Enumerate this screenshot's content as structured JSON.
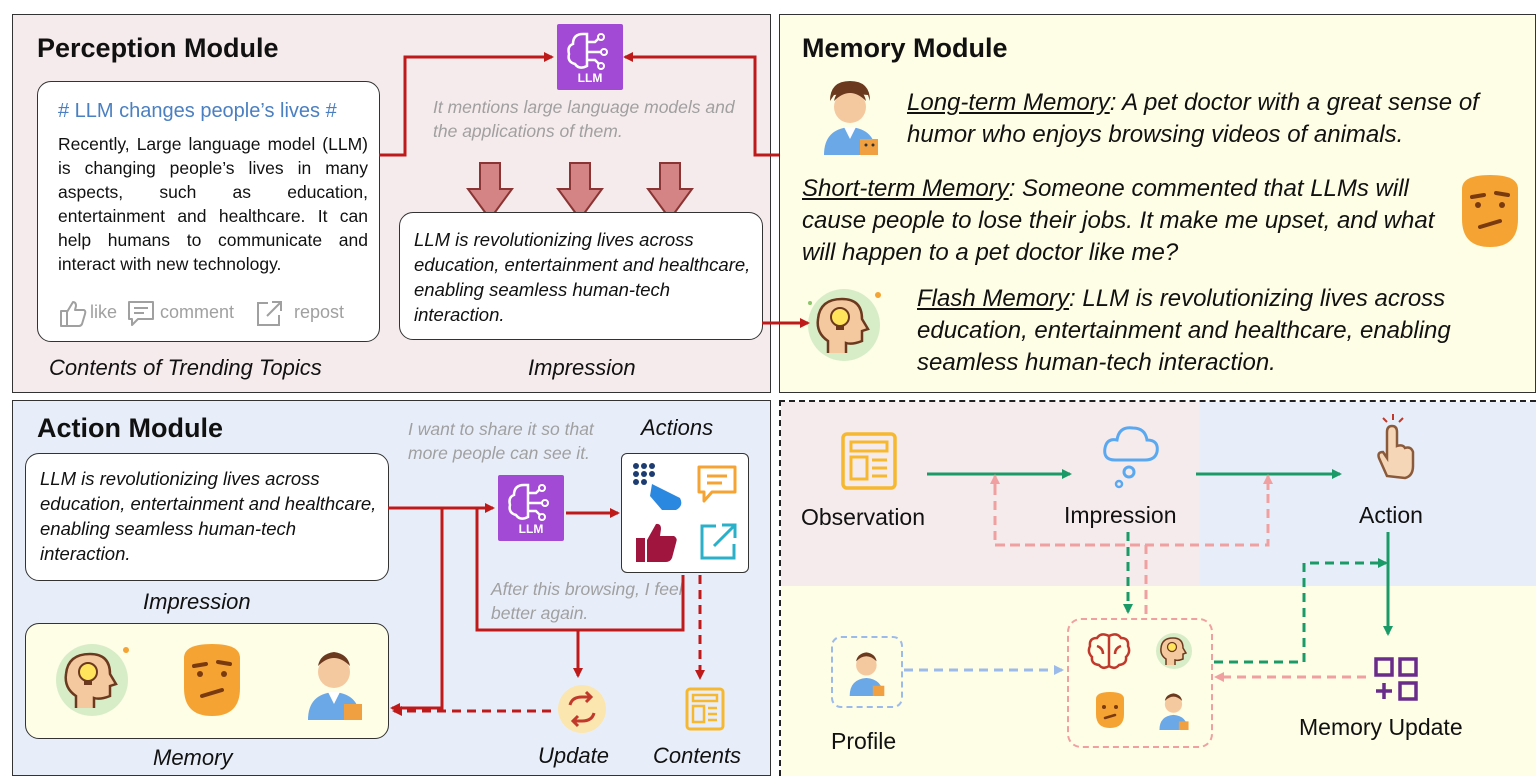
{
  "perception": {
    "title": "Perception Module",
    "post_hashtag": "# LLM changes people’s lives #",
    "post_body": "Recently, Large language model (LLM) is changing people’s lives in many aspects, such as education, entertainment and healthcare. It can help humans to communicate and interact with new technology.",
    "like": "like",
    "comment": "comment",
    "repost": "repost",
    "caption_left": "Contents of Trending Topics",
    "llm_thought": "It mentions large language models and the applications of them.",
    "impression_text": "LLM is revolutionizing lives across education, entertainment and healthcare, enabling seamless human-tech interaction.",
    "caption_right": "Impression"
  },
  "memory": {
    "title": "Memory Module",
    "long_label": "Long-term Memory",
    "long_text": ": A pet doctor with a great sense of humor who enjoys browsing videos of animals.",
    "short_label": "Short-term Memory",
    "short_text": ": Someone commented that LLMs will cause people to lose their jobs. It make me upset, and what will happen to a pet doctor like me?",
    "flash_label": "Flash Memory",
    "flash_text": ": LLM is revolutionizing lives across education, entertainment and healthcare, enabling seamless human-tech interaction."
  },
  "action": {
    "title": "Action Module",
    "impression_text": "LLM is revolutionizing lives across education, entertainment and healthcare, enabling seamless human-tech interaction.",
    "impression_caption": "Impression",
    "memory_caption": "Memory",
    "thought_share": "I want to share it so that more people can see it.",
    "actions_caption": "Actions",
    "thought_after": "After this browsing, I feel better again.",
    "update_caption": "Update",
    "contents_caption": "Contents"
  },
  "flow": {
    "observation": "Observation",
    "impression": "Impression",
    "action": "Action",
    "profile": "Profile",
    "memory_update": "Memory Update"
  },
  "llm_label": "LLM",
  "icons": [
    "llm-brain-icon",
    "doctor-icon",
    "upset-face-icon",
    "head-bulb-icon",
    "touch-grid-icon",
    "comment-icon",
    "thumbs-up-icon",
    "share-icon",
    "update-icon",
    "contents-icon",
    "cloud-icon",
    "pointing-hand-icon",
    "brain-icon",
    "memory-grid-icon",
    "like-icon",
    "repost-icon"
  ],
  "colors": {
    "perception_bg": "#f6ebec",
    "memory_bg": "#fefde6",
    "action_bg": "#e8eef9",
    "red_arrow": "#bf1a1a",
    "green_arrow": "#1a9a66",
    "pink_dash": "#f0a0a0",
    "blue_dash": "#9dbbea",
    "llm_purple": "#a24ad6",
    "hashtag_blue": "#4a7fc1",
    "down_arrow_fill": "#d48484"
  }
}
